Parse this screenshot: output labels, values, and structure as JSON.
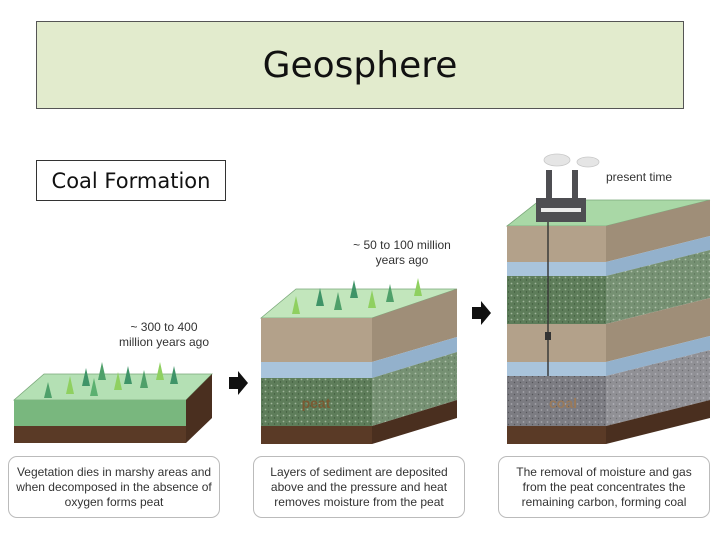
{
  "slide": {
    "title": "Geosphere",
    "subtitle": "Coal Formation"
  },
  "stages": [
    {
      "time": "~ 300 to 400 million years ago",
      "layer_label": "",
      "caption": "Vegetation dies in marshy areas and when decomposed in the absence of oxygen forms peat"
    },
    {
      "time": "~ 50 to 100 million years ago",
      "layer_label": "peat",
      "caption": "Layers of sediment are deposited above and the pressure and heat removes moisture from the peat"
    },
    {
      "time": "present time",
      "layer_label": "coal",
      "caption": "The removal of moisture and gas from the peat concentrates the remaining carbon, forming coal"
    }
  ],
  "colors": {
    "title_bg": "#e2ebcd",
    "grass": "#8fcf9a",
    "soil": "#5a3a26",
    "sediment": "#b3a18a",
    "water": "#a9c4dc",
    "peat_green": "#5e7d5a",
    "coal": "#7c7c82"
  }
}
